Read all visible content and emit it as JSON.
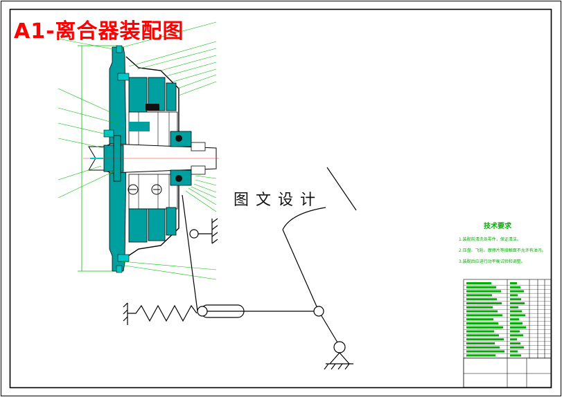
{
  "drawing": {
    "title": "A1-离合器装配图",
    "watermark": "图文设计"
  },
  "technical_requirements": {
    "heading": "技术要求",
    "notes": [
      "1.装配前清洗各零件，保证清洁。",
      "2.压盘、飞轮、摩擦片等接触面不允许有油污。",
      "3.装配后应进行动平衡试验和调整。"
    ]
  },
  "colors": {
    "title": "#ff0000",
    "geometry": "#00a0a0",
    "leader": "#00c000",
    "outline": "#000000"
  }
}
